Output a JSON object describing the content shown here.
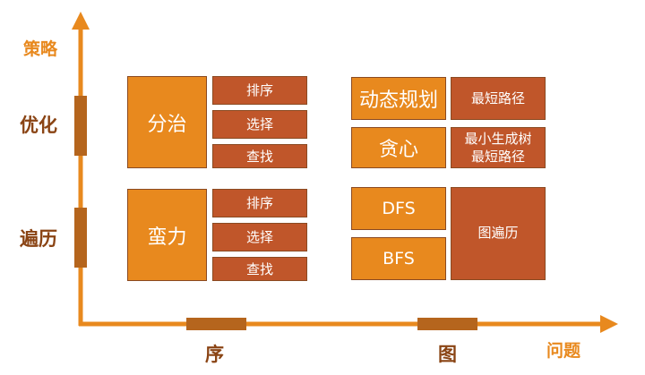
{
  "axes": {
    "y_title": "策略",
    "x_title": "问题",
    "y_ticks": [
      "优化",
      "遍历"
    ],
    "x_ticks": [
      "序",
      "图"
    ]
  },
  "colors": {
    "axis": "#e8891e",
    "marker": "#b5651d",
    "big_box": "#e8891e",
    "small_box": "#c0562a",
    "dark_text": "#8a4414"
  },
  "groups": {
    "divide": {
      "label": "分治",
      "items": [
        "排序",
        "选择",
        "查找"
      ]
    },
    "brute": {
      "label": "蛮力",
      "items": [
        "排序",
        "选择",
        "查找"
      ]
    },
    "dp": {
      "label": "动态规划",
      "problem": "最短路径"
    },
    "greedy": {
      "label": "贪心",
      "problem": "最小生成树\n最短路径"
    },
    "traversal": {
      "dfs": "DFS",
      "bfs": "BFS",
      "problem": "图遍历"
    }
  }
}
